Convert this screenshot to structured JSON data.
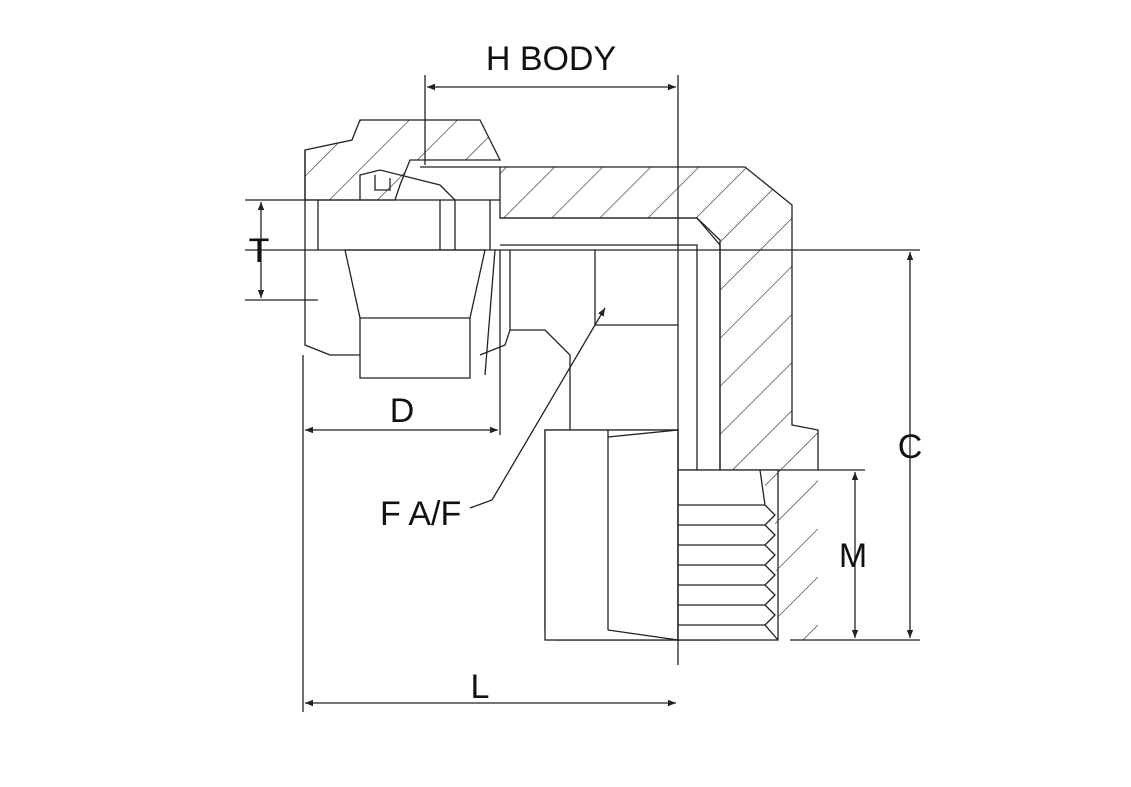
{
  "labels": {
    "h_body": "H BODY",
    "t": "T",
    "d": "D",
    "c": "C",
    "m": "M",
    "f_af": "F A/F",
    "l": "L"
  },
  "colors": {
    "line": "#222222",
    "background": "#ffffff"
  }
}
